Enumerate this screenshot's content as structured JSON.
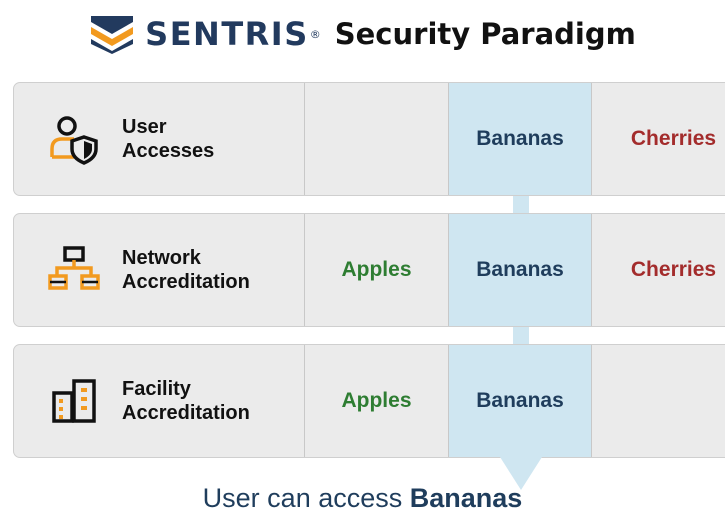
{
  "header": {
    "brand": "SENTRIS",
    "registered": "®",
    "subtitle": "Security Paradigm"
  },
  "rows": [
    {
      "icon": "user-shield-icon",
      "label_line1": "User",
      "label_line2": "Accesses",
      "apples": "",
      "bananas": "Bananas",
      "cherries": "Cherries"
    },
    {
      "icon": "network-icon",
      "label_line1": "Network",
      "label_line2": "Accreditation",
      "apples": "Apples",
      "bananas": "Bananas",
      "cherries": "Cherries"
    },
    {
      "icon": "building-icon",
      "label_line1": "Facility",
      "label_line2": "Accreditation",
      "apples": "Apples",
      "bananas": "Bananas",
      "cherries": ""
    }
  ],
  "conclusion": {
    "prefix": "User can access",
    "highlight": "Bananas"
  },
  "colors": {
    "brand_navy": "#223a5e",
    "icon_orange": "#f29a1f",
    "apples_green": "#2e7d32",
    "bananas_navy": "#1f3d5c",
    "cherries_red": "#a32c2c",
    "highlight_blue": "#cfe6f1",
    "row_gray": "#ebebeb"
  }
}
